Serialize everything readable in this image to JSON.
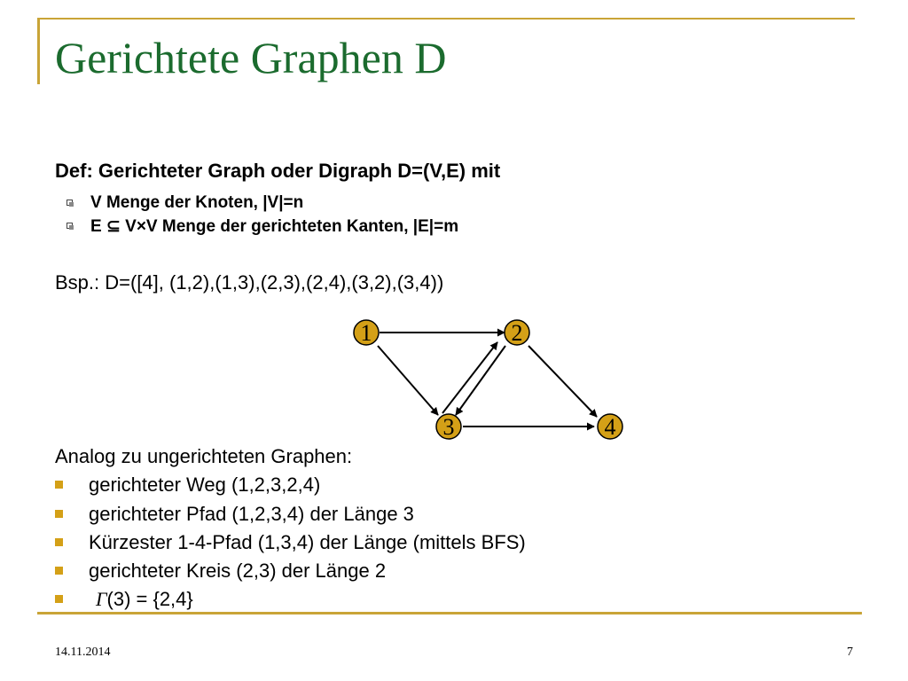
{
  "slide": {
    "title": "Gerichtete Graphen D",
    "definition": {
      "heading": "Def: Gerichteter Graph oder Digraph D=(V,E) mit",
      "items": [
        "V Menge der Knoten, |V|=n",
        "E ⊆ V×V Menge der gerichteten Kanten, |E|=m"
      ]
    },
    "example": "Bsp.: D=([4], (1,2),(1,3),(2,3),(2,4),(3,2),(3,4))",
    "graph": {
      "nodes": [
        "1",
        "2",
        "3",
        "4"
      ],
      "edges": [
        [
          "1",
          "2"
        ],
        [
          "1",
          "3"
        ],
        [
          "2",
          "3"
        ],
        [
          "2",
          "4"
        ],
        [
          "3",
          "2"
        ],
        [
          "3",
          "4"
        ]
      ],
      "node_fill": "#d4a017",
      "stroke": "#000000"
    },
    "analog": {
      "heading": "Analog zu ungerichteten Graphen:",
      "items": [
        "gerichteter Weg (1,2,3,2,4)",
        "gerichteter Pfad (1,2,3,4) der Länge 3",
        "Kürzester 1-4-Pfad (1,3,4) der Länge (mittels BFS)",
        "gerichteter Kreis (2,3) der Länge 2"
      ],
      "gamma_symbol": "Γ",
      "gamma_rest": "(3) = {2,4}"
    },
    "footer": {
      "date": "14.11.2014",
      "page": "7"
    },
    "colors": {
      "accent": "#c9a437",
      "title": "#1b6b2e",
      "bullet": "#d4a017"
    }
  }
}
